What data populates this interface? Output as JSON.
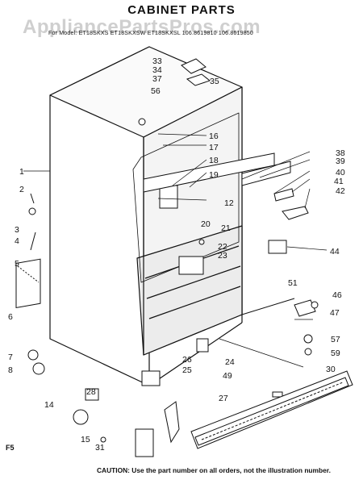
{
  "header": {
    "watermark": "AppliancePartsPros.com",
    "title": "CABINET PARTS",
    "models_line": "For Model: ET18SKXS ET18SKXSW ET18SKXSL 106.8619810 106.8619850"
  },
  "diagram": {
    "callouts": [
      "1",
      "2",
      "3",
      "4",
      "5",
      "6",
      "7",
      "8",
      "12",
      "14",
      "15",
      "16",
      "17",
      "18",
      "19",
      "20",
      "21",
      "22",
      "23",
      "24",
      "25",
      "26",
      "27",
      "28",
      "30",
      "31",
      "33",
      "34",
      "35",
      "37",
      "38",
      "39",
      "40",
      "41",
      "42",
      "44",
      "46",
      "47",
      "49",
      "51",
      "56",
      "57",
      "59"
    ]
  },
  "footer": {
    "ref": "F5",
    "caution": "CAUTION: Use the part number on all orders, not the illustration number."
  }
}
